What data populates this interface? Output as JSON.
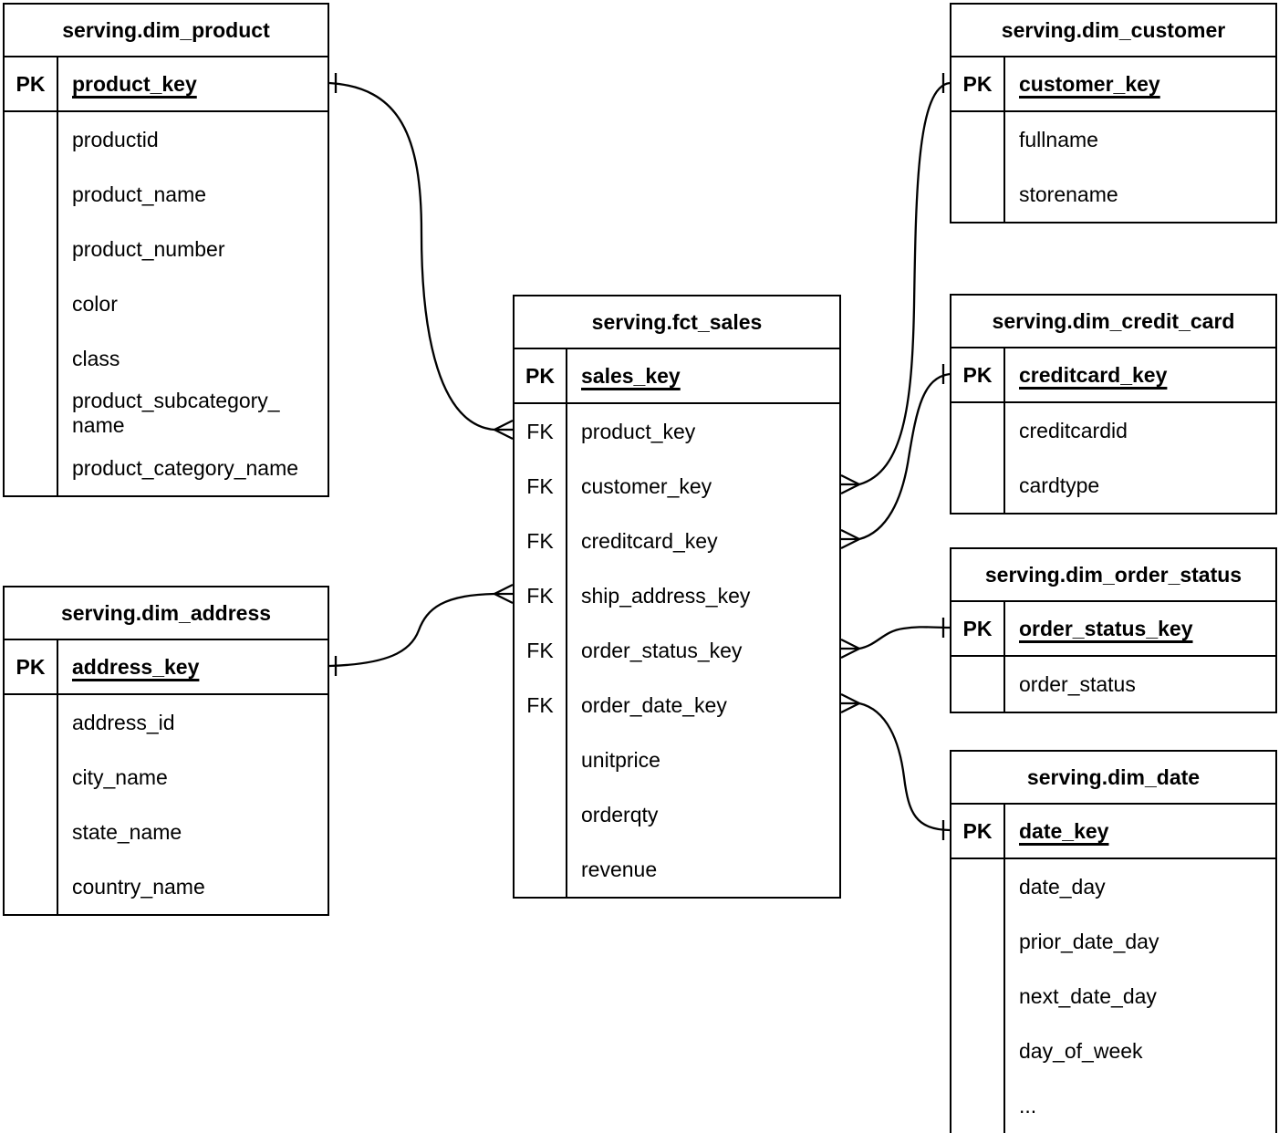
{
  "diagram": {
    "kind": "entity-relationship-diagram",
    "colors": {
      "line": "#000000",
      "text": "#000000",
      "background": "#ffffff"
    },
    "tables": [
      {
        "id": "dim_product",
        "title": "serving.dim_product",
        "pk": {
          "tag": "PK",
          "name": "product_key"
        },
        "fields": [
          {
            "tag": "",
            "name": "productid"
          },
          {
            "tag": "",
            "name": "product_name"
          },
          {
            "tag": "",
            "name": "product_number"
          },
          {
            "tag": "",
            "name": "color"
          },
          {
            "tag": "",
            "name": "class"
          },
          {
            "tag": "",
            "name": "product_subcategory_name"
          },
          {
            "tag": "",
            "name": "product_category_name"
          }
        ]
      },
      {
        "id": "dim_address",
        "title": "serving.dim_address",
        "pk": {
          "tag": "PK",
          "name": "address_key"
        },
        "fields": [
          {
            "tag": "",
            "name": "address_id"
          },
          {
            "tag": "",
            "name": "city_name"
          },
          {
            "tag": "",
            "name": "state_name"
          },
          {
            "tag": "",
            "name": "country_name"
          }
        ]
      },
      {
        "id": "fct_sales",
        "title": "serving.fct_sales",
        "pk": {
          "tag": "PK",
          "name": "sales_key"
        },
        "fields": [
          {
            "tag": "FK",
            "name": "product_key"
          },
          {
            "tag": "FK",
            "name": "customer_key"
          },
          {
            "tag": "FK",
            "name": "creditcard_key"
          },
          {
            "tag": "FK",
            "name": "ship_address_key"
          },
          {
            "tag": "FK",
            "name": "order_status_key"
          },
          {
            "tag": "FK",
            "name": "order_date_key"
          },
          {
            "tag": "",
            "name": "unitprice"
          },
          {
            "tag": "",
            "name": "orderqty"
          },
          {
            "tag": "",
            "name": "revenue"
          }
        ]
      },
      {
        "id": "dim_customer",
        "title": "serving.dim_customer",
        "pk": {
          "tag": "PK",
          "name": "customer_key"
        },
        "fields": [
          {
            "tag": "",
            "name": "fullname"
          },
          {
            "tag": "",
            "name": "storename"
          }
        ]
      },
      {
        "id": "dim_credit_card",
        "title": "serving.dim_credit_card",
        "pk": {
          "tag": "PK",
          "name": "creditcard_key"
        },
        "fields": [
          {
            "tag": "",
            "name": "creditcardid"
          },
          {
            "tag": "",
            "name": "cardtype"
          }
        ]
      },
      {
        "id": "dim_order_status",
        "title": "serving.dim_order_status",
        "pk": {
          "tag": "PK",
          "name": "order_status_key"
        },
        "fields": [
          {
            "tag": "",
            "name": "order_status"
          }
        ]
      },
      {
        "id": "dim_date",
        "title": "serving.dim_date",
        "pk": {
          "tag": "PK",
          "name": "date_key"
        },
        "fields": [
          {
            "tag": "",
            "name": "date_day"
          },
          {
            "tag": "",
            "name": "prior_date_day"
          },
          {
            "tag": "",
            "name": "next_date_day"
          },
          {
            "tag": "",
            "name": "day_of_week"
          },
          {
            "tag": "",
            "name": "..."
          }
        ]
      }
    ],
    "relationships": [
      {
        "cardinality": "many-to-one",
        "many_end": {
          "table": "serving.fct_sales",
          "column": "product_key"
        },
        "one_end": {
          "table": "serving.dim_product",
          "column": "product_key"
        }
      },
      {
        "cardinality": "many-to-one",
        "many_end": {
          "table": "serving.fct_sales",
          "column": "ship_address_key"
        },
        "one_end": {
          "table": "serving.dim_address",
          "column": "address_key"
        }
      },
      {
        "cardinality": "many-to-one",
        "many_end": {
          "table": "serving.fct_sales",
          "column": "customer_key"
        },
        "one_end": {
          "table": "serving.dim_customer",
          "column": "customer_key"
        }
      },
      {
        "cardinality": "many-to-one",
        "many_end": {
          "table": "serving.fct_sales",
          "column": "creditcard_key"
        },
        "one_end": {
          "table": "serving.dim_credit_card",
          "column": "creditcard_key"
        }
      },
      {
        "cardinality": "many-to-one",
        "many_end": {
          "table": "serving.fct_sales",
          "column": "order_status_key"
        },
        "one_end": {
          "table": "serving.dim_order_status",
          "column": "order_status_key"
        }
      },
      {
        "cardinality": "many-to-one",
        "many_end": {
          "table": "serving.fct_sales",
          "column": "order_date_key"
        },
        "one_end": {
          "table": "serving.dim_date",
          "column": "date_key"
        }
      }
    ]
  }
}
